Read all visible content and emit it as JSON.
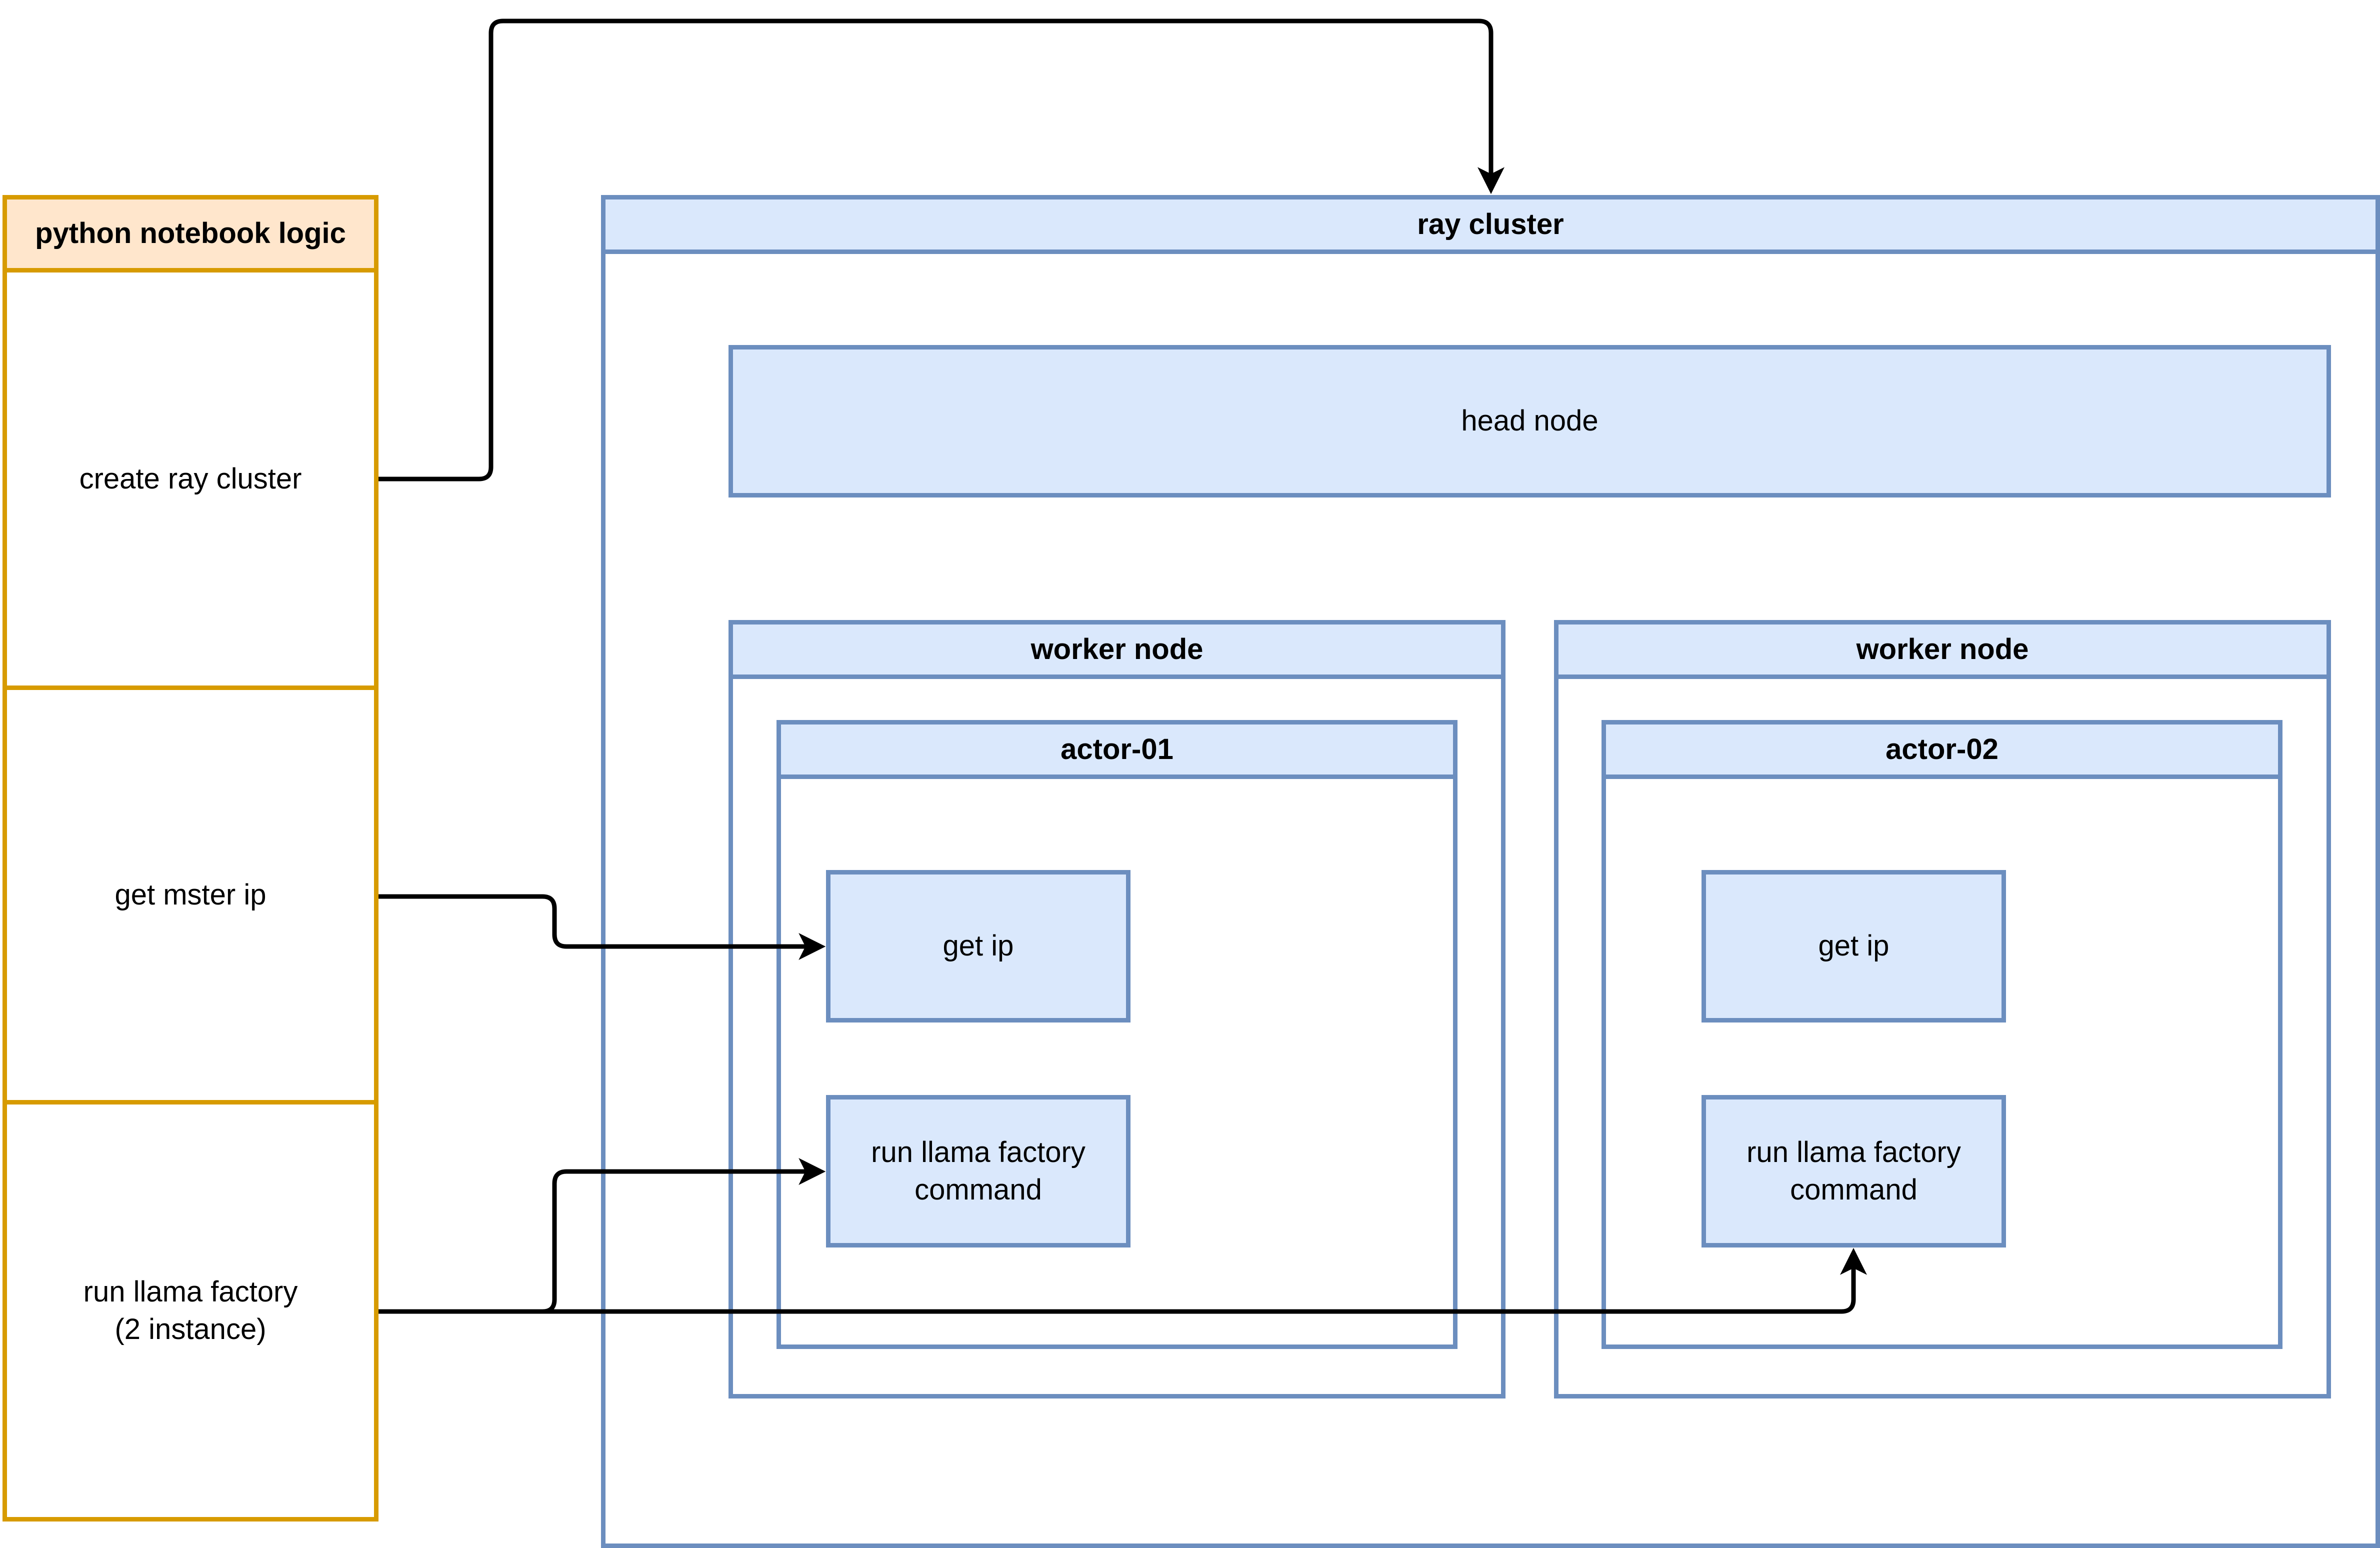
{
  "notebook": {
    "title": "python notebook logic",
    "steps": [
      "create ray cluster",
      "get mster ip",
      "run llama factory\n(2 instance)"
    ]
  },
  "cluster": {
    "title": "ray cluster",
    "head_node": "head node",
    "worker_nodes": [
      {
        "title": "worker node",
        "actor": "actor-01",
        "tasks": [
          "get ip",
          "run llama factory\ncommand"
        ]
      },
      {
        "title": "worker node",
        "actor": "actor-02",
        "tasks": [
          "get ip",
          "run llama factory\ncommand"
        ]
      }
    ]
  },
  "colors": {
    "notebook_fill": "#ffe6cc",
    "notebook_stroke": "#d79b00",
    "cluster_fill": "#dae8fc",
    "cluster_stroke": "#6c8ebf",
    "connector": "#000000"
  }
}
